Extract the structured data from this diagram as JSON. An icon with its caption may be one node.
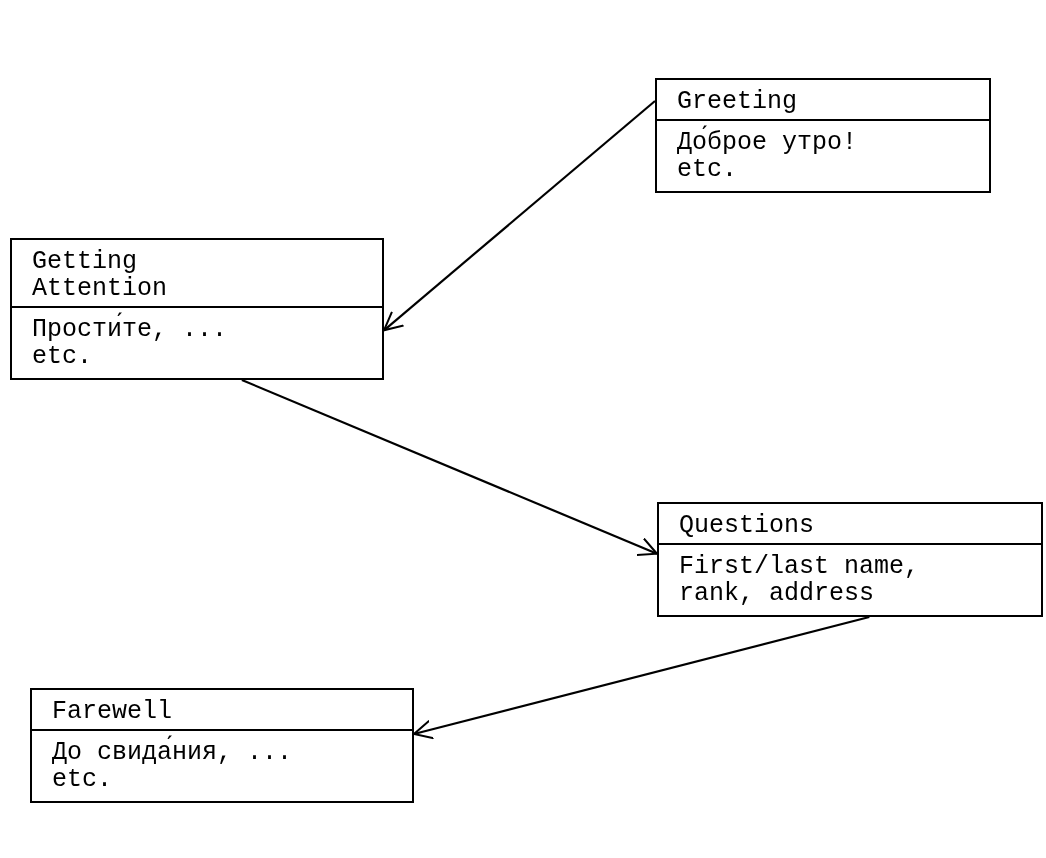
{
  "diagram": {
    "nodes": [
      {
        "text": [
          "Greeting",
          "До́брое утро! etc."
        ]
      },
      {
        "text": [
          "Getting Attention",
          "Прости́те, ... etc."
        ]
      },
      {
        "text": [
          "Questions",
          "First/last name, rank, address"
        ]
      },
      {
        "text": [
          "Farewell",
          "До свида́ния, ... etc."
        ]
      }
    ],
    "edges": [
      {
        "from": 0,
        "to": 1,
        "arrow": "to"
      },
      {
        "from": 1,
        "to": 2,
        "arrow": "to"
      },
      {
        "from": 2,
        "to": 3,
        "arrow": "to"
      }
    ]
  }
}
